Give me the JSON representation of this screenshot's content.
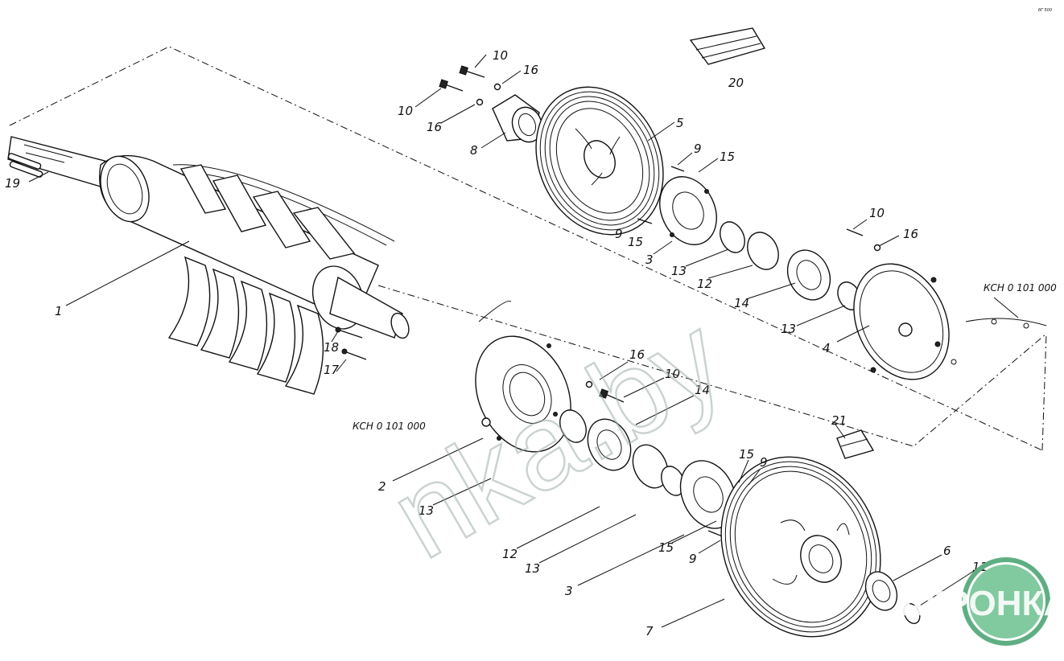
{
  "diagram": {
    "part_labels": {
      "l1": "1",
      "l2": "2",
      "l3a": "3",
      "l3b": "3",
      "l4": "4",
      "l5": "5",
      "l6": "6",
      "l7": "7",
      "l8": "8",
      "l9a": "9",
      "l9b": "9",
      "l9c": "9",
      "l9d": "9",
      "l10a": "10",
      "l10b": "10",
      "l10c": "10",
      "l10d": "10",
      "l11": "11",
      "l12a": "12",
      "l12b": "12",
      "l13a": "13",
      "l13b": "13",
      "l13c": "13",
      "l13d": "13",
      "l14a": "14",
      "l14b": "14",
      "l15a": "15",
      "l15b": "15",
      "l15c": "15",
      "l15d": "15",
      "l16a": "16",
      "l16b": "16",
      "l16c": "16",
      "l16d": "16",
      "l17": "17",
      "l18": "18",
      "l19": "19",
      "l20": "20",
      "l21": "21"
    },
    "assembly_codes": {
      "code_right": "КСН 0 101 000",
      "code_left": "КСН 0 101 000"
    },
    "tiny_corner_text": "бГ 500"
  },
  "watermark": {
    "text": "nka.by"
  },
  "logo": {
    "text": "АГРОНКА",
    "color": "#6bbf8e",
    "ring_color": "#5fae83"
  }
}
